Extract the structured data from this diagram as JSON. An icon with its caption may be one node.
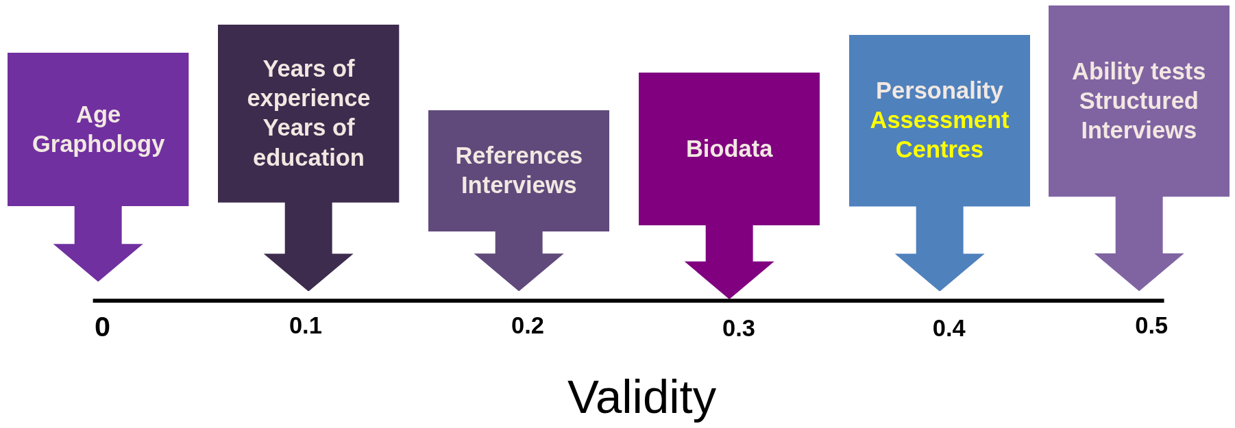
{
  "diagram": {
    "nodes": [
      {
        "text": [
          "Age",
          "Graphology"
        ]
      },
      {
        "text": [
          "Years of experience",
          "Years of education"
        ]
      },
      {
        "text": [
          "References",
          "Interviews"
        ]
      },
      {
        "text": [
          "Biodata"
        ]
      },
      {
        "text": [
          "Personality",
          "Assessment Centres"
        ]
      },
      {
        "text": [
          "Ability tests",
          "Structured Interviews"
        ]
      }
    ],
    "labels": [
      "0",
      "0.1",
      "0.2",
      "0.3",
      "0.4",
      "0.5",
      "Validity"
    ]
  }
}
